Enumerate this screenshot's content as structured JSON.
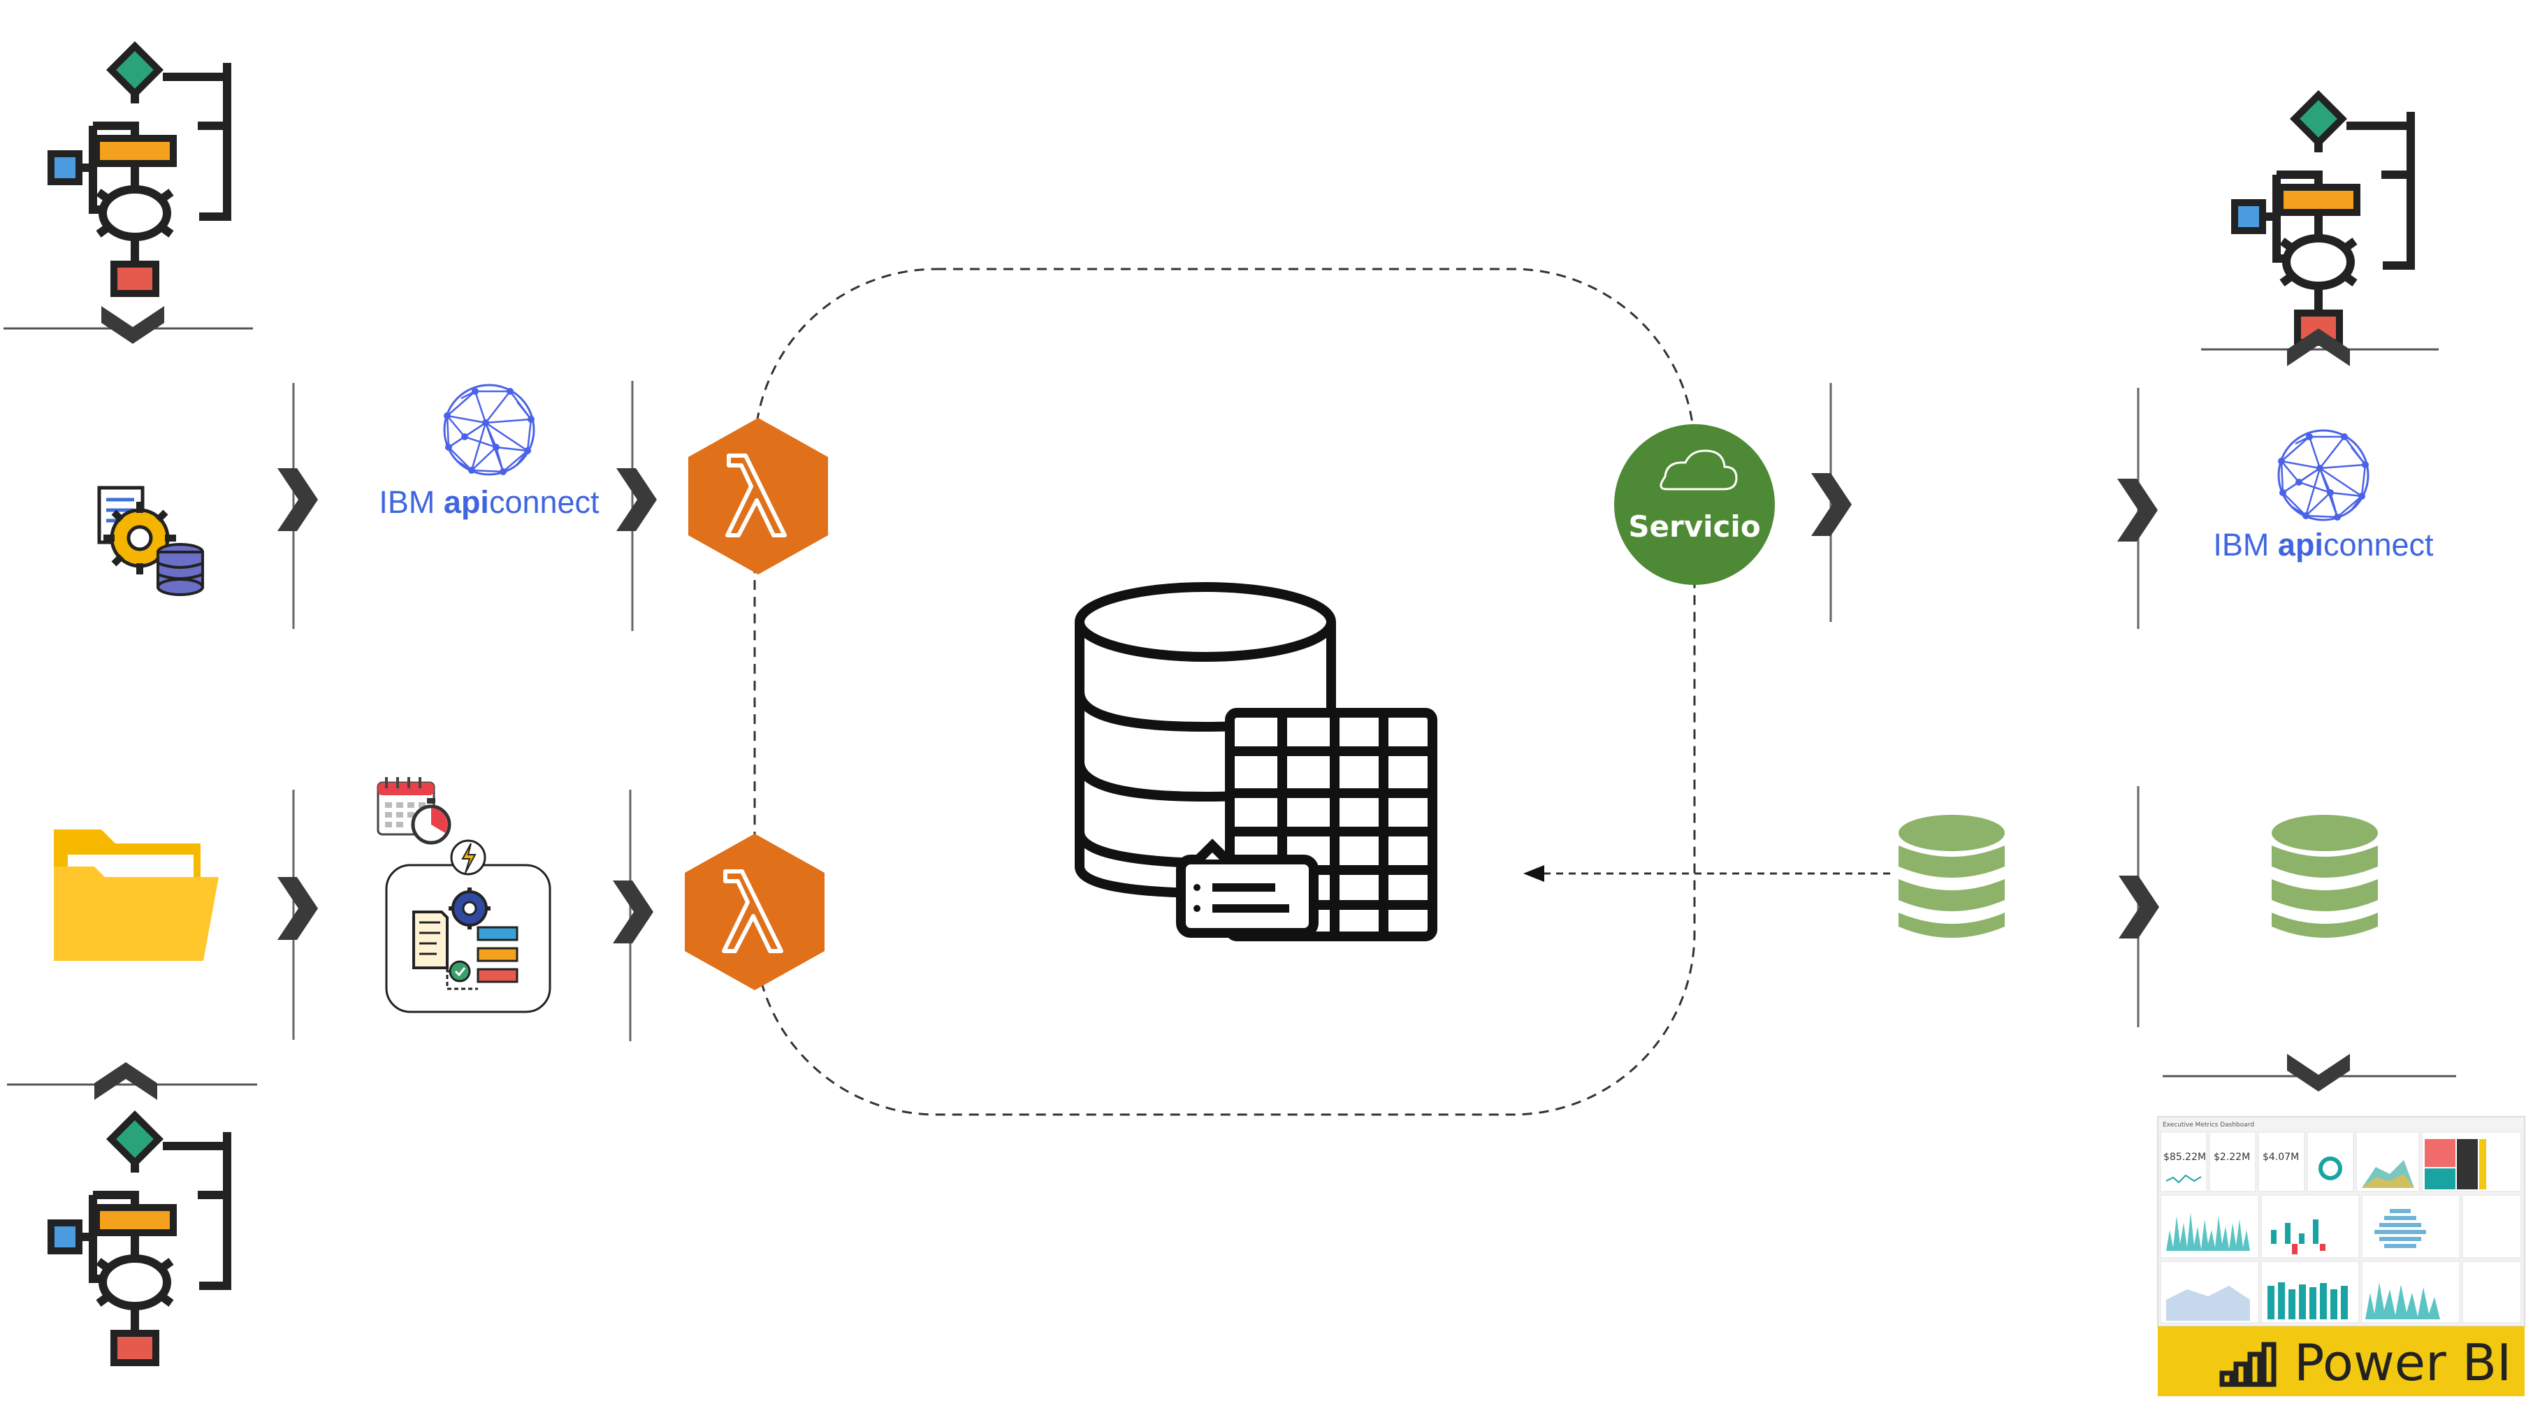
{
  "diagram": {
    "api_label": {
      "prefix": "IBM ",
      "bold": "api",
      "suffix": "connect"
    },
    "service_label": "Servicio",
    "powerbi_label": "Power BI",
    "lambda_symbol": "λ",
    "dashboard_kpis": [
      "$85.22M",
      "$2.22M",
      "$4.07M"
    ],
    "dashboard_title": "Executive Metrics Dashboard",
    "colors": {
      "lambda": "#e0701a",
      "service": "#4e8a35",
      "database_green": "#8db36a",
      "folder": "#ffc72c",
      "powerbi_bar": "#f2c811",
      "api_blue": "#3f66e0",
      "arrow": "#3a3a3a"
    },
    "icons": [
      "flowchart-icon",
      "document-gear-database-icon",
      "network-globe-icon",
      "lambda-icon",
      "cloud-icon",
      "database-table-icon",
      "folder-icon",
      "calendar-icon",
      "stopwatch-icon",
      "workflow-automation-icon",
      "green-database-icon",
      "powerbi-dashboard-icon",
      "chevron-right-icon",
      "chevron-down-icon",
      "chevron-up-icon"
    ]
  }
}
